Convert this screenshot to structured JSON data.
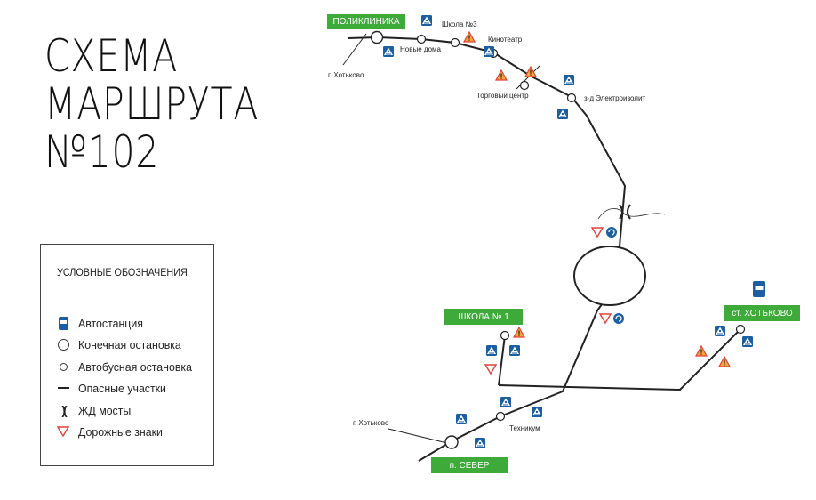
{
  "title": {
    "line1": "СХЕМА",
    "line2": "МАРШРУТА",
    "line3": "№102"
  },
  "legend": {
    "heading": "УСЛОВНЫЕ ОБОЗНАЧЕНИЯ",
    "items": [
      {
        "symbol": "bus-station-icon",
        "label": "Автостанция"
      },
      {
        "symbol": "terminal-stop-icon",
        "label": "Конечная остановка"
      },
      {
        "symbol": "bus-stop-icon",
        "label": "Автобусная остановка"
      },
      {
        "symbol": "dangerous-section-icon",
        "label": "Опасные участки"
      },
      {
        "symbol": "railway-bridge-icon",
        "label": "ЖД мосты"
      },
      {
        "symbol": "road-sign-icon",
        "label": "Дорожные знаки"
      }
    ]
  },
  "terminals": {
    "polyclinic": "ПОЛИКЛИНИКА",
    "school1": "ШКОЛА № 1",
    "station": "ст. ХОТЬКОВО",
    "sever": "п. СЕВЕР"
  },
  "stops": {
    "khotkovo_top": "г. Хотьково",
    "new_houses": "Новые дома",
    "school3": "Школа №3",
    "cinema": "Кинотеатр",
    "mall": "Торговый центр",
    "plant": "з-д Электроизолит",
    "khotkovo_bottom": "г. Хотьково",
    "technikum": "Техникум"
  },
  "colors": {
    "terminal_green": "#3daa3a",
    "pedestrian_blue": "#1b5ea1",
    "warning_red": "#e0423a",
    "warning_fill": "#f5a43a",
    "route_line": "#222222"
  }
}
